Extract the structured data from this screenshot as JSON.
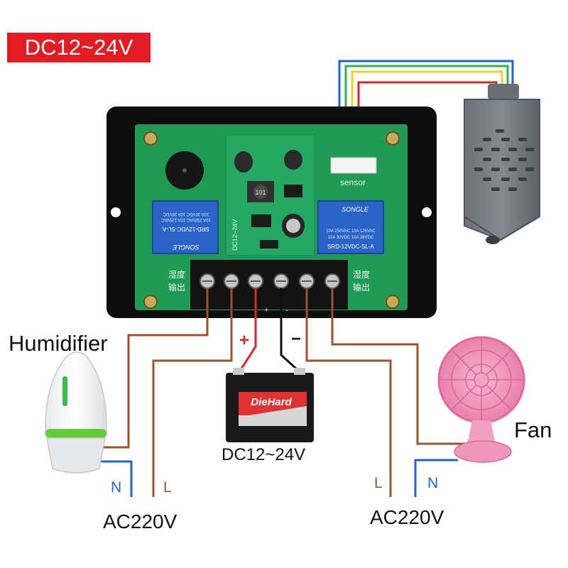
{
  "header": {
    "supply_badge": "DC12~24V"
  },
  "board": {
    "sensor_port_label": "sensor",
    "relay_left_brand": "SONGLE",
    "relay_left_model": "SRD-12VDC-SL-A",
    "relay_left_rating_1": "10A 250VAC 10A 125VAC",
    "relay_left_rating_2": "10A 30VDC 10A 28VDC",
    "relay_right_brand": "SONGLE",
    "relay_right_model": "SRD-12VDC-SL-A",
    "relay_right_rating_1": "10A 250VAC 10A 125VAC",
    "relay_right_rating_2": "10A 30VDC 10A 28VDC",
    "left_output_label_1": "湿度",
    "left_output_label_2": "输出",
    "right_output_label_1": "湿度",
    "right_output_label_2": "输出",
    "vertical_label": "DC12~24V",
    "terminal_plus": "+",
    "terminal_minus": "-",
    "chip_label": "101"
  },
  "devices": {
    "humidifier": "Humidifier",
    "fan": "Fan",
    "battery_brand": "DieHard",
    "battery_voltage": "DC12~24V"
  },
  "wiring": {
    "plus_sign": "+",
    "minus_sign": "−",
    "left_neutral": "N",
    "left_live": "L",
    "left_supply": "AC220V",
    "right_live": "L",
    "right_neutral": "N",
    "right_supply": "AC220V"
  },
  "colors": {
    "brown_wire": "#a0522d",
    "blue_wire": "#1e63d6",
    "red_wire": "#d8282b",
    "black_wire": "#111111",
    "sensor_green_wire": "#2cb34a",
    "sensor_yellow_wire": "#f0d320",
    "board_green": "#1f9a55",
    "badge_red": "#e51b23"
  }
}
